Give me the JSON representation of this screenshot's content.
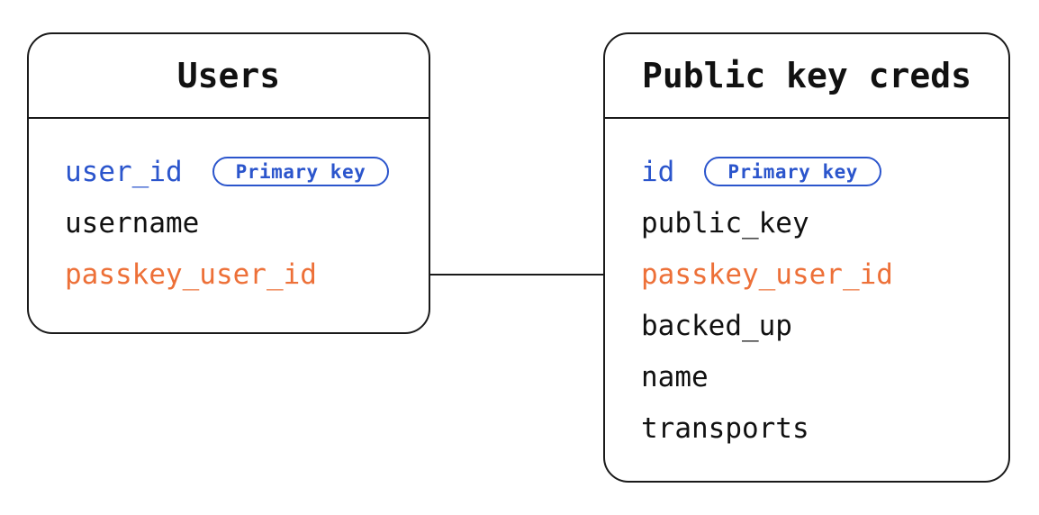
{
  "diagram": {
    "type": "entity-relationship",
    "background_color": "#ffffff",
    "colors": {
      "box_border": "#1a1a1a",
      "field_text": "#111111",
      "primary_key_blue": "#2b55cc",
      "foreign_key_orange": "#ed7038",
      "connector_line": "#1a1a1a"
    },
    "tables": [
      {
        "title": "Users",
        "fields": [
          {
            "name": "user_id",
            "badge": "Primary key"
          },
          {
            "name": "username"
          },
          {
            "name": "passkey_user_id"
          }
        ]
      },
      {
        "title": "Public key creds",
        "fields": [
          {
            "name": "id",
            "badge": "Primary key"
          },
          {
            "name": "public_key"
          },
          {
            "name": "passkey_user_id"
          },
          {
            "name": "backed_up"
          },
          {
            "name": "name"
          },
          {
            "name": "transports"
          }
        ]
      }
    ],
    "relationships": [
      {
        "from_table": "Users",
        "from_field": "passkey_user_id",
        "to_table": "Public key creds",
        "to_field": "passkey_user_id",
        "style": "straight-horizontal-line"
      }
    ]
  }
}
